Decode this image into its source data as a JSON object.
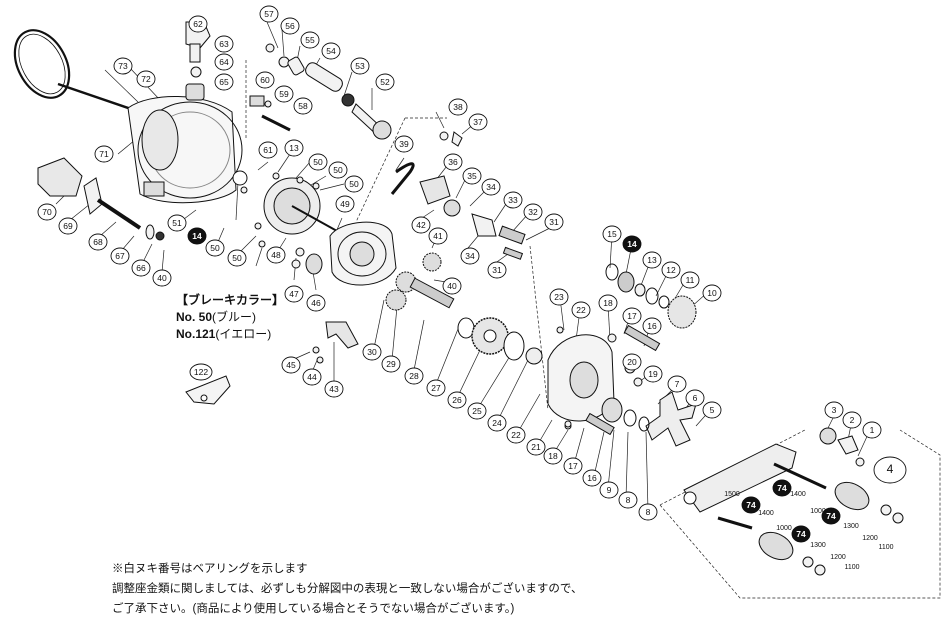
{
  "brake_note": {
    "heading": "【ブレーキカラー】",
    "rows": [
      {
        "code": "No.  50",
        "color": "(ブルー)"
      },
      {
        "code": "No.121",
        "color": "(イエロー)"
      }
    ]
  },
  "notes": [
    "※白ヌキ番号はベアリングを示します",
    "調整座金類に関しましては、必ずしも分解図中の表現と一致しない場合がございますので、",
    "ご了承下さい。(商品により使用している場合とそうでない場合がございます。)"
  ],
  "callouts": {
    "c62": "62",
    "c57": "57",
    "c56": "56",
    "c55": "55",
    "c54": "54",
    "c63": "63",
    "c64": "64",
    "c65": "65",
    "c53": "53",
    "c52": "52",
    "c73": "73",
    "c72": "72",
    "c60": "60",
    "c59": "59",
    "c58": "58",
    "c38": "38",
    "c37": "37",
    "c71": "71",
    "c61": "61",
    "c13a": "13",
    "c50a": "50",
    "c50b": "50",
    "c50c": "50",
    "c39": "39",
    "c36": "36",
    "c35": "35",
    "c34a": "34",
    "c33": "33",
    "c32": "32",
    "c31a": "31",
    "c70": "70",
    "c69": "69",
    "c51": "51",
    "c14a": "14",
    "c49": "49",
    "c42": "42",
    "c34b": "34",
    "c31b": "31",
    "c68": "68",
    "c67": "67",
    "c66": "66",
    "c40a": "40",
    "c50d": "50",
    "c50e": "50",
    "c48": "48",
    "c47": "47",
    "c46": "46",
    "c41": "41",
    "c40b": "40",
    "c15": "15",
    "c14b": "14",
    "c13b": "13",
    "c12": "12",
    "c11": "11",
    "c10": "10",
    "c23": "23",
    "c22a": "22",
    "c18a": "18",
    "c17a": "17",
    "c16a": "16",
    "c20": "20",
    "c19": "19",
    "c30": "30",
    "c29": "29",
    "c28": "28",
    "c27": "27",
    "c26": "26",
    "c25": "25",
    "c24": "24",
    "c22b": "22",
    "c21": "21",
    "c45": "45",
    "c44": "44",
    "c43": "43",
    "c122": "122",
    "c7": "7",
    "c6": "6",
    "c5": "5",
    "c18b": "18",
    "c17b": "17",
    "c16b": "16",
    "c9": "9",
    "c8a": "8",
    "c8b": "8",
    "c3": "3",
    "c2": "2",
    "c1": "1",
    "c4": "4",
    "c74a": "74",
    "c74b": "74",
    "c74c": "74",
    "c74d": "74",
    "c1500": "1500",
    "c1400a": "1400",
    "c1000a": "1000",
    "c1300a": "1300",
    "c1200a": "1200",
    "c1100a": "1100",
    "c1400b": "1400",
    "c1000b": "1000",
    "c1300b": "1300",
    "c1200b": "1200",
    "c1100b": "1100"
  },
  "colors": {
    "line": "#111111",
    "bearing_fill": "#111111",
    "part_fill": "#f2f2f2",
    "shade": "#bdbdbd"
  }
}
